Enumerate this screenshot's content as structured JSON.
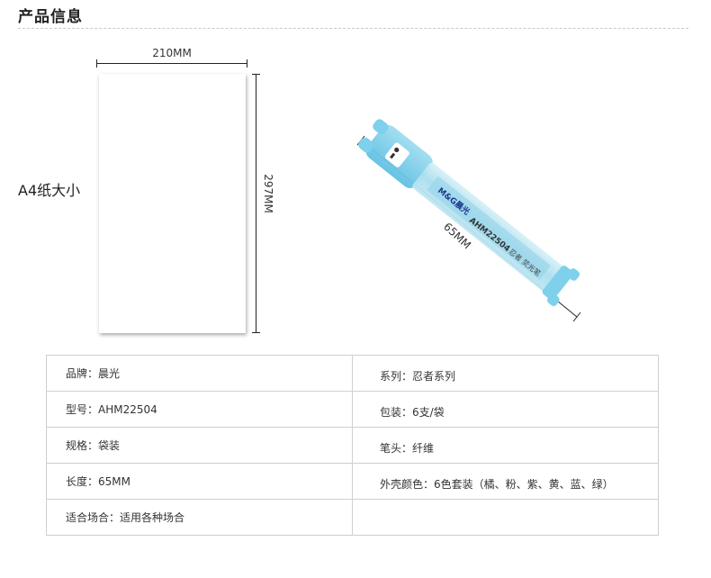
{
  "section_title": "产品信息",
  "paper": {
    "label": "A4纸大小",
    "width_label": "210MM",
    "height_label": "297MM"
  },
  "pen": {
    "length_label": "65MM",
    "brand_print": "M&G晨光",
    "model_print": "AHM22504",
    "name_print": "忍者 荧光笔",
    "body_color": "#8fd3e8",
    "cap_color": "#6ec6e4"
  },
  "specs": [
    {
      "left": "品牌：晨光",
      "right": "系列：忍者系列"
    },
    {
      "left": "型号：AHM22504",
      "right": "包装：6支/袋"
    },
    {
      "left": "规格：袋装",
      "right": "笔头：纤维"
    },
    {
      "left": "长度：65MM",
      "right": "外壳颜色：6色套装（橘、粉、紫、黄、蓝、绿）"
    },
    {
      "left": "适合场合：适用各种场合",
      "right": ""
    }
  ]
}
